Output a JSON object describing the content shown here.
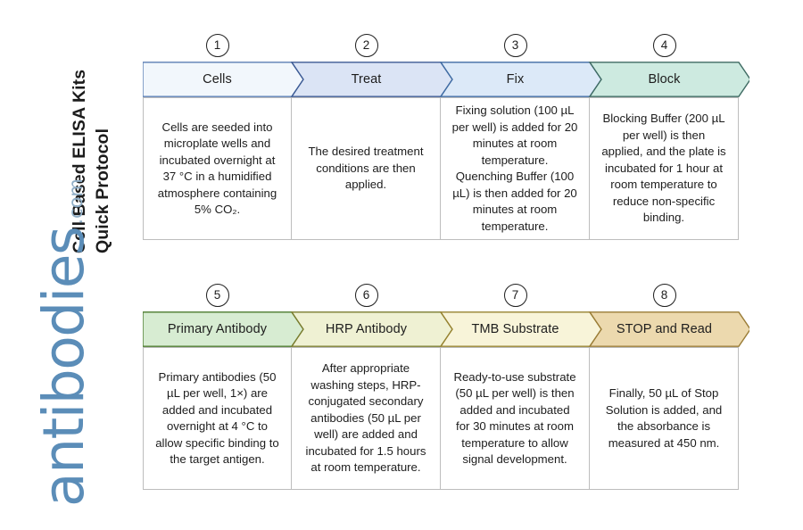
{
  "title": {
    "line1": "Cell Based ELISA Kits",
    "line2": "Quick Protocol"
  },
  "logo": {
    "word": "antibodies",
    "suffix": ".com",
    "color": "#5b8db8"
  },
  "flow": {
    "rows": [
      {
        "steps": [
          {
            "number": "1",
            "label": "Cells",
            "fill": "#f2f7fc",
            "stroke": "#5b7fb4",
            "description": "Cells are seeded into microplate wells and incubated overnight at 37 °C in a humidified atmosphere containing 5% CO₂."
          },
          {
            "number": "2",
            "label": "Treat",
            "fill": "#dbe4f5",
            "stroke": "#3c5a94",
            "description": "The desired treatment conditions are then applied."
          },
          {
            "number": "3",
            "label": "Fix",
            "fill": "#dce9f8",
            "stroke": "#3f6ba3",
            "description": "Fixing solution (100 µL per well) is added for 20 minutes at room temperature. Quenching Buffer (100 µL) is then added for 20 minutes at room temperature."
          },
          {
            "number": "4",
            "label": "Block",
            "fill": "#cdeae0",
            "stroke": "#3f6b63",
            "description": "Blocking Buffer (200 µL per well) is then applied, and the plate is incubated for 1 hour at room temperature to reduce non-specific binding."
          }
        ]
      },
      {
        "steps": [
          {
            "number": "5",
            "label": "Primary Antibody",
            "fill": "#d7ecd2",
            "stroke": "#4a7a2c",
            "description": "Primary antibodies (50 µL per well, 1×) are added and incubated overnight at 4 °C to allow specific binding to the target antigen."
          },
          {
            "number": "6",
            "label": "HRP Antibody",
            "fill": "#eff1d3",
            "stroke": "#7a7c2e",
            "description": "After appropriate washing steps, HRP-conjugated secondary antibodies (50 µL per well) are added and incubated for 1.5 hours at room temperature."
          },
          {
            "number": "7",
            "label": "TMB Substrate",
            "fill": "#f8f4d9",
            "stroke": "#96822f",
            "description": "Ready-to-use substrate (50 µL per well) is then added and incubated for 30 minutes at room temperature to allow signal development."
          },
          {
            "number": "8",
            "label": "STOP and Read",
            "fill": "#ecd9ae",
            "stroke": "#9a7c36",
            "description": "Finally, 50 µL of Stop Solution is added, and the absorbance is measured at 450 nm."
          }
        ]
      }
    ]
  }
}
